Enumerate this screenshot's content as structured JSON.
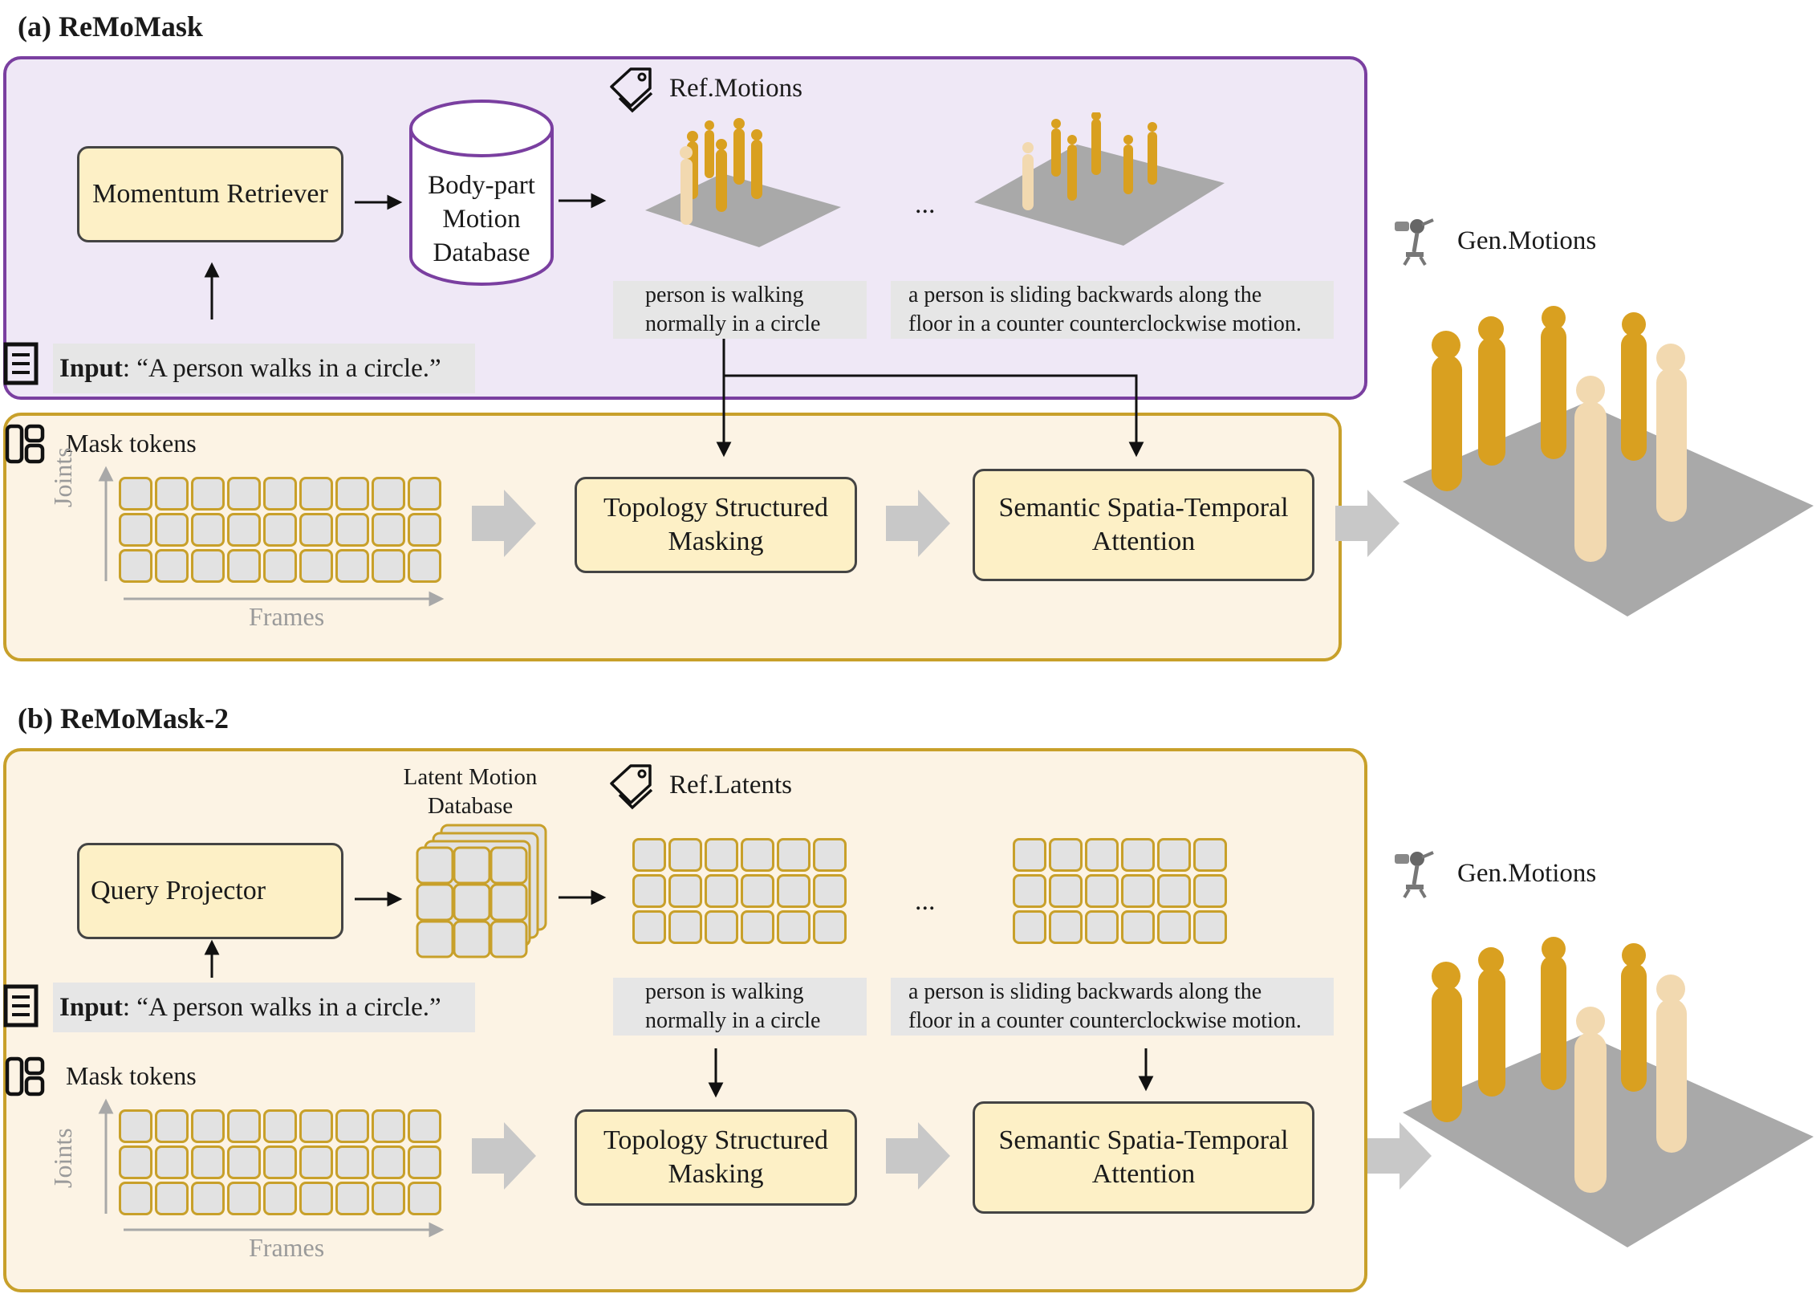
{
  "a": {
    "title": "(a) ReMoMask",
    "retriever": "Momentum Retriever",
    "database_lines": [
      "Body-part",
      "Motion",
      "Database"
    ],
    "ref_label": "Ref.Motions",
    "ellipsis": "...",
    "caption1": [
      "person is walking",
      "normally in a circle"
    ],
    "caption2": [
      "a person is sliding backwards along the",
      "floor in a counter counterclockwise motion."
    ],
    "input_bold": "Input",
    "input_text": ": “A person walks in a circle.”",
    "mask_tokens": "Mask tokens",
    "joints": "Joints",
    "frames": "Frames",
    "topology": [
      "Topology Structured",
      "Masking"
    ],
    "attention": [
      "Semantic Spatia-Temporal",
      "Attention"
    ],
    "gen_label": "Gen.Motions"
  },
  "b": {
    "title": "(b) ReMoMask-2",
    "projector": "Query Projector",
    "latent_db": [
      "Latent Motion",
      "Database"
    ],
    "ref_label": "Ref.Latents",
    "ellipsis": "...",
    "caption1": [
      "person is walking",
      "normally in a circle"
    ],
    "caption2": [
      "a person is sliding backwards along the",
      "floor in a counter counterclockwise motion."
    ],
    "input_bold": "Input",
    "input_text": ": “A person walks in a circle.”",
    "mask_tokens": "Mask tokens",
    "joints": "Joints",
    "frames": "Frames",
    "topology": [
      "Topology Structured",
      "Masking"
    ],
    "attention": [
      "Semantic Spatia-Temporal",
      "Attention"
    ],
    "gen_label": "Gen.Motions"
  },
  "colors": {
    "purple_border": "#7a3fa0",
    "purple_fill": "#efe8f6",
    "tan_border": "#c8a02a",
    "tan_fill": "#fcf3e4",
    "module_fill": "#fdf0c6",
    "human_gold": "#d9a020",
    "human_pale": "#f2d9b0",
    "floor": "#a9a9a9"
  },
  "icons": [
    "price-tag-icon",
    "document-icon",
    "layout-icon",
    "robot-arm-icon"
  ]
}
